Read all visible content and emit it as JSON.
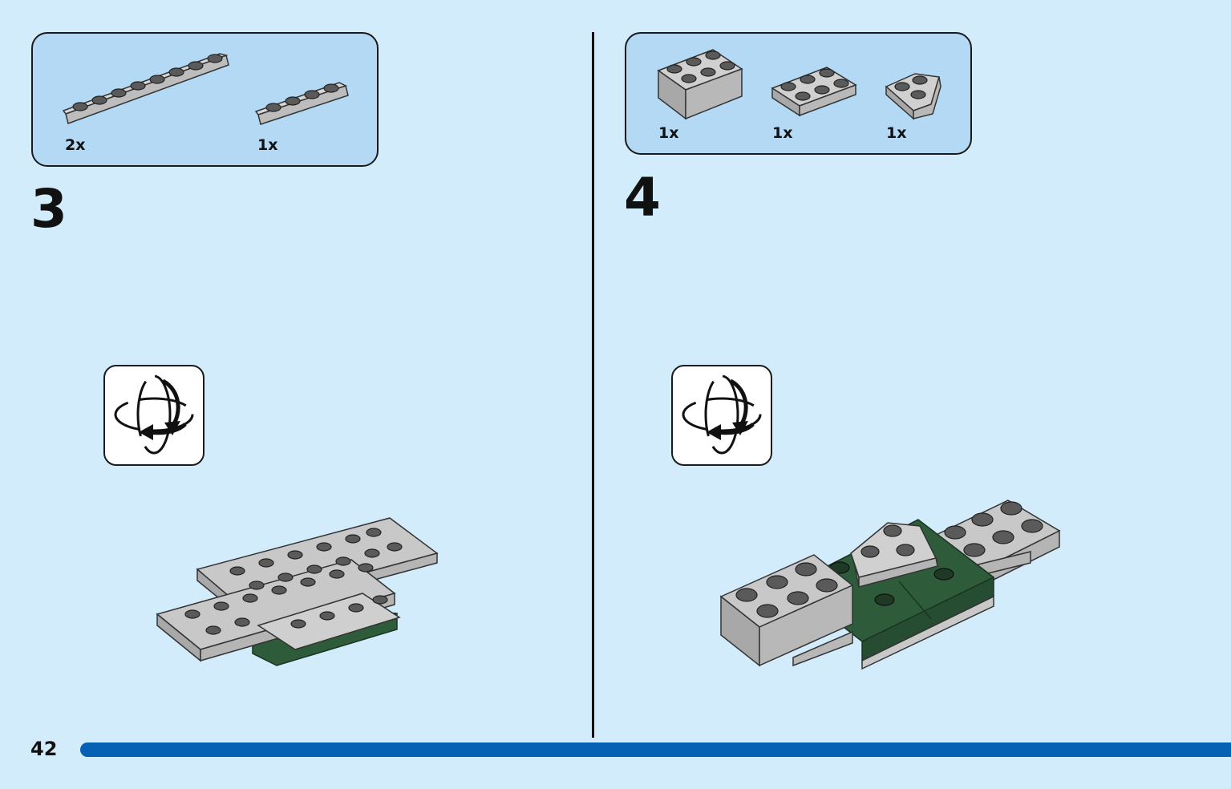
{
  "page": {
    "number": "42"
  },
  "colors": {
    "background": "#d3ecfb",
    "parts_box": "#b3d9f5",
    "brick_light_grey": "#c8c8c8",
    "brick_dark_green": "#2e5c3a",
    "progress_bar": "#0661b5"
  },
  "steps": [
    {
      "number": "3",
      "parts": [
        {
          "name": "plate 1x8 light grey",
          "qty": "2x"
        },
        {
          "name": "plate 1x4 light grey",
          "qty": "1x"
        }
      ],
      "rotate_icon": "rotate-model-icon"
    },
    {
      "number": "4",
      "parts": [
        {
          "name": "brick 2x3 light grey",
          "qty": "1x"
        },
        {
          "name": "plate 2x3 light grey",
          "qty": "1x"
        },
        {
          "name": "wedge plate 2x2 light grey",
          "qty": "1x"
        }
      ],
      "rotate_icon": "rotate-model-icon"
    }
  ]
}
